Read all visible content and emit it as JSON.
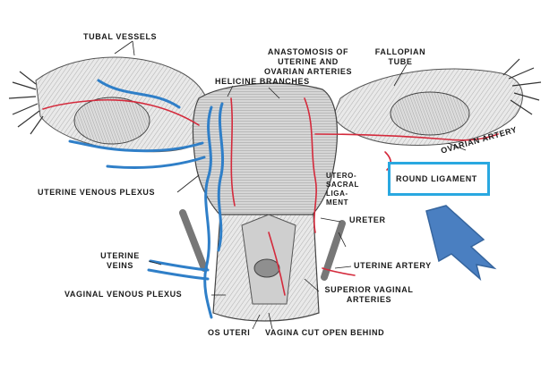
{
  "labels": {
    "tubal_vessels": "TUBAL VESSELS",
    "anastomosis_line1": "ANASTOMOSIS OF",
    "anastomosis_line2": "UTERINE AND",
    "anastomosis_line3": "OVARIAN ARTERIES",
    "helicine_branches": "HELICINE BRANCHES",
    "fallopian_line1": "FALLOPIAN",
    "fallopian_line2": "TUBE",
    "ovarian_artery": "OVARIAN ARTERY",
    "round_ligament": "ROUND LIGAMENT",
    "uterine_venous_plexus": "UTERINE VENOUS PLEXUS",
    "uterosacral_line1": "UTERO-",
    "uterosacral_line2": "SACRAL",
    "uterosacral_line3": "LIGA-",
    "uterosacral_line4": "MENT",
    "ureter": "URETER",
    "uterine_veins_line1": "UTERINE",
    "uterine_veins_line2": "VEINS",
    "uterine_artery": "UTERINE ARTERY",
    "vaginal_venous_plexus": "VAGINAL VENOUS PLEXUS",
    "superior_vaginal_line1": "SUPERIOR VAGINAL",
    "superior_vaginal_line2": "ARTERIES",
    "os_uteri": "OS UTERI",
    "vagina_cut": "VAGINA CUT OPEN BEHIND"
  },
  "colors": {
    "highlight_border": "#29a8e0",
    "arrow_fill": "#4a7fc1",
    "artery": "#d42a3c",
    "vein": "#2f7fc8",
    "tissue": "#bdbdbd"
  }
}
